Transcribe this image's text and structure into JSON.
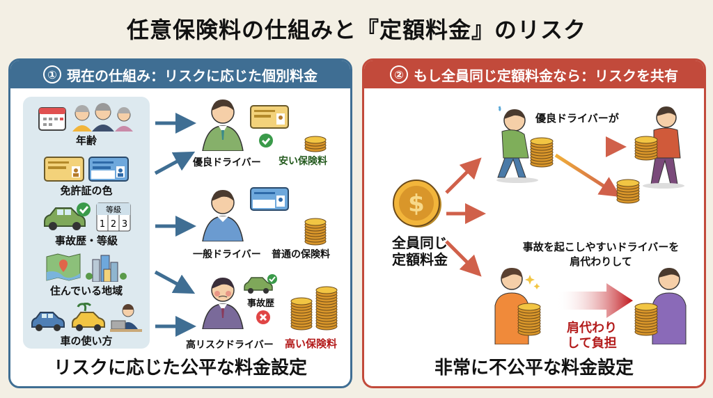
{
  "title": "任意保険料の仕組みと『定額料金』のリスク",
  "left_panel": {
    "number": "①",
    "heading": "現在の仕組み：リスクに応じた個別料金",
    "factors": [
      {
        "label": "年齢",
        "icons": [
          "calendar-icon",
          "elderly-people-icon"
        ]
      },
      {
        "label": "免許証の色",
        "icons": [
          "gold-license-icon",
          "blue-license-icon"
        ]
      },
      {
        "label": "事故歴・等級",
        "icons": [
          "car-check-icon",
          "grade-table-icon"
        ],
        "grade_title": "等級",
        "grade_values": [
          "1",
          "2",
          "3"
        ]
      },
      {
        "label": "住んでいる地域",
        "icons": [
          "map-pin-icon",
          "city-buildings-icon"
        ]
      },
      {
        "label": "車の使い方",
        "icons": [
          "blue-car-icon",
          "yellow-car-palm-icon",
          "office-worker-icon"
        ]
      }
    ],
    "drivers": [
      {
        "label": "優良ドライバー",
        "premium": "安い保険料",
        "badge": "check",
        "license": "gold",
        "coin_stacks": [
          4
        ]
      },
      {
        "label": "一般ドライバー",
        "premium": "普通の保険料",
        "license": "blue",
        "coin_stacks": [
          8
        ]
      },
      {
        "label": "高リスクドライバー",
        "premium": "高い保険料",
        "badge": "cross",
        "history_label": "事故歴",
        "coin_stacks": [
          10,
          14
        ]
      }
    ],
    "footer": "リスクに応じた公平な料金設定",
    "color": "#3f6e93"
  },
  "right_panel": {
    "number": "②",
    "heading": "もし全員同じ定額料金なら：リスクを共有",
    "center_label_line1": "全員同じ",
    "center_label_line2": "定額料金",
    "top_caption": "優良ドライバーが",
    "bottom_caption_line1": "事故を起こしやすいドライバーを",
    "bottom_caption_line2": "肩代わりして",
    "burden_line1": "肩代わり",
    "burden_line2": "して負担",
    "footer": "非常に不公平な料金設定",
    "color": "#c24a3b"
  }
}
